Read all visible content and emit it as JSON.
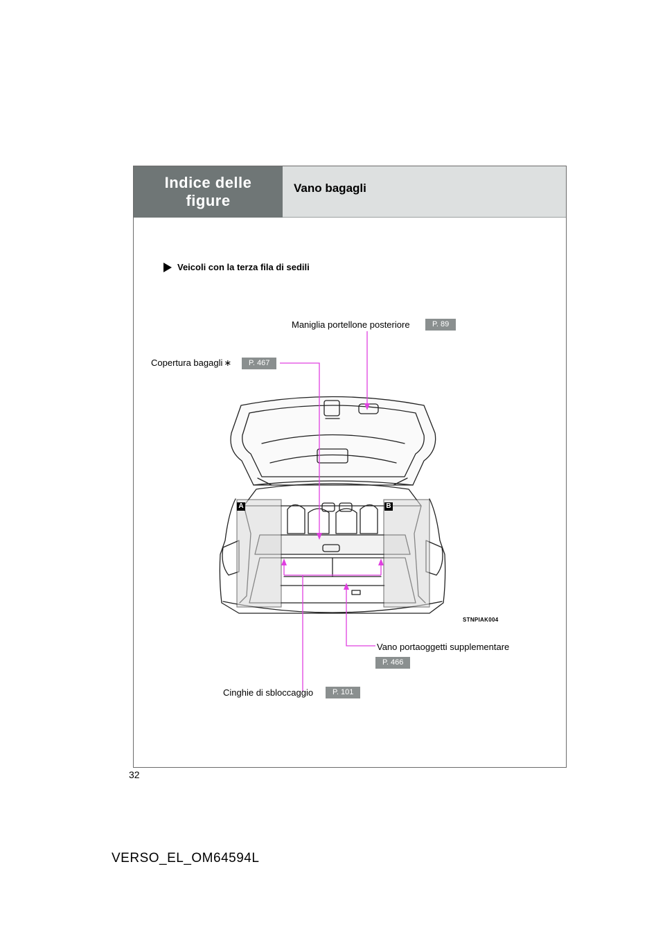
{
  "header": {
    "tab_label": "Indice delle figure",
    "section_title": "Vano bagagli"
  },
  "subtitle": "Veicoli con la terza fila di sedili",
  "callouts": {
    "handle": {
      "label": "Maniglia portellone posteriore",
      "ref": "P. 89"
    },
    "cover": {
      "label": "Copertura bagagli",
      "star": "∗",
      "ref": "P. 467"
    },
    "storage": {
      "label": "Vano portaoggetti supplementare",
      "ref": "P. 466"
    },
    "straps": {
      "label": "Cinghie di sbloccaggio",
      "ref": "P. 101"
    }
  },
  "illustration": {
    "code": "STNPIAK004",
    "marker_a": "A",
    "marker_b": "B"
  },
  "page_number": "32",
  "footer_code": "VERSO_EL_OM64594L",
  "colors": {
    "tab_dark": "#6f7676",
    "tab_light": "#dde0e0",
    "ref_badge": "#8a8f8f",
    "leader": "#e040e0"
  }
}
